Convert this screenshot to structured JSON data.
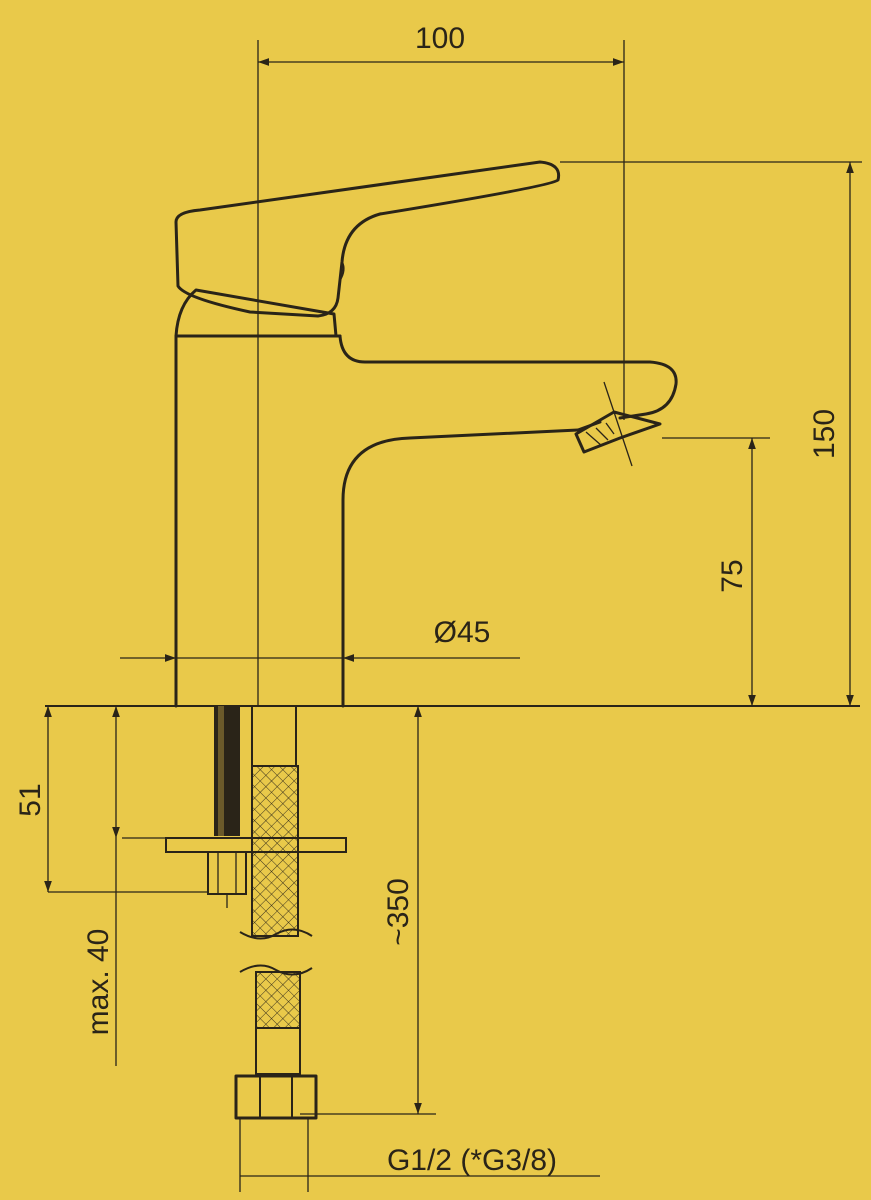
{
  "dimensions": {
    "width_top": "100",
    "total_height": "150",
    "spout_height": "75",
    "body_diameter": "Ø45",
    "below_deck": "51",
    "max_deck_thickness": "max. 40",
    "hose_length": "~350",
    "thread": "G1/2 (*G3/8)"
  },
  "colors": {
    "background": "#e9c94a",
    "ink": "#2a2418"
  }
}
